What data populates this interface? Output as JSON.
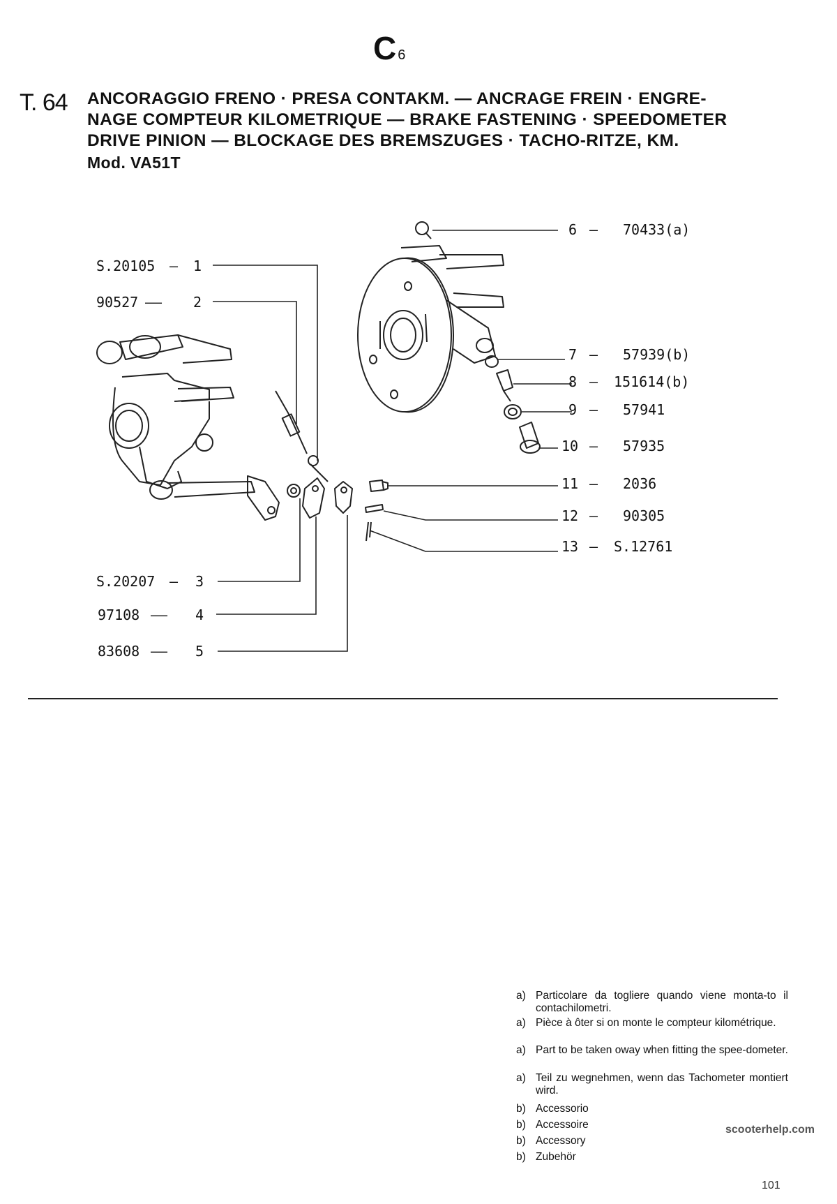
{
  "header": {
    "section_code": "C",
    "section_sub": "6",
    "table_number": "T. 64",
    "title_lines": [
      "ANCORAGGIO FRENO · PRESA CONTAKM. — ANCRAGE FREIN · ENGRE-",
      "NAGE COMPTEUR KILOMETRIQUE — BRAKE FASTENING · SPEEDOMETER",
      "DRIVE PINION — BLOCKAGE DES BREMSZUGES · TACHO-RITZE, KM.",
      "Mod. VA51T"
    ]
  },
  "parts": [
    {
      "ref": "1",
      "code": "S.20105"
    },
    {
      "ref": "2",
      "code": "90527"
    },
    {
      "ref": "3",
      "code": "S.20207"
    },
    {
      "ref": "4",
      "code": "97108"
    },
    {
      "ref": "5",
      "code": "83608"
    },
    {
      "ref": "6",
      "code": "70433(a)"
    },
    {
      "ref": "7",
      "code": "57939(b)"
    },
    {
      "ref": "8",
      "code": "151614(b)"
    },
    {
      "ref": "9",
      "code": "57941"
    },
    {
      "ref": "10",
      "code": "57935"
    },
    {
      "ref": "11",
      "code": "2036"
    },
    {
      "ref": "12",
      "code": "90305"
    },
    {
      "ref": "13",
      "code": "S.12761"
    }
  ],
  "notes": [
    {
      "key": "a)",
      "text": "Particolare da togliere quando viene monta-to il contachilometri."
    },
    {
      "key": "a)",
      "text": "Pièce à ôter si on monte le compteur kilométrique."
    },
    {
      "key": "a)",
      "text": "Part to be taken oway when fitting the spee-dometer."
    },
    {
      "key": "a)",
      "text": "Teil zu wegnehmen, wenn das Tachometer montiert wird."
    },
    {
      "key": "b)",
      "text": "Accessorio"
    },
    {
      "key": "b)",
      "text": "Accessoire"
    },
    {
      "key": "b)",
      "text": "Accessory"
    },
    {
      "key": "b)",
      "text": "Zubehör"
    }
  ],
  "watermark": "scooterhelp.com",
  "page_number": "101"
}
